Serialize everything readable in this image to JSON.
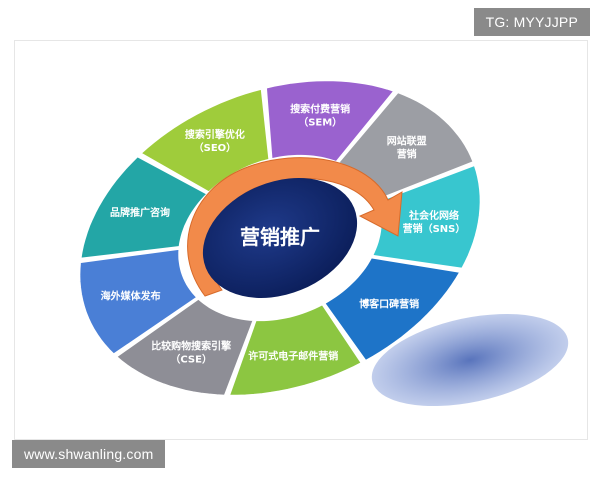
{
  "watermark_top": "TG: MYYJJPP",
  "watermark_bottom": "www.shwanling.com",
  "center_label": "营销推广",
  "segments": [
    {
      "id": "seo",
      "lines": [
        "搜索引擎优化",
        "（SEO）"
      ],
      "color": "#9fcc3b"
    },
    {
      "id": "sem",
      "lines": [
        "搜索付费营销",
        "（SEM）"
      ],
      "color": "#9a62cf"
    },
    {
      "id": "alliance",
      "lines": [
        "网站联盟",
        "营销"
      ],
      "color": "#9c9ea4"
    },
    {
      "id": "sns",
      "lines": [
        "社会化网络",
        "营销（SNS）"
      ],
      "color": "#38c6cf"
    },
    {
      "id": "wom",
      "lines": [
        "博客口碑营销"
      ],
      "color": "#1e74c8"
    },
    {
      "id": "email",
      "lines": [
        "许可式电子邮件营销"
      ],
      "color": "#8cc641"
    },
    {
      "id": "cse",
      "lines": [
        "比较购物搜索引擎",
        "（CSE）"
      ],
      "color": "#8e8e96"
    },
    {
      "id": "media",
      "lines": [
        "海外媒体发布"
      ],
      "color": "#4a7fd6"
    },
    {
      "id": "brand",
      "lines": [
        "品牌推广咨询"
      ],
      "color": "#23a6a6"
    }
  ]
}
